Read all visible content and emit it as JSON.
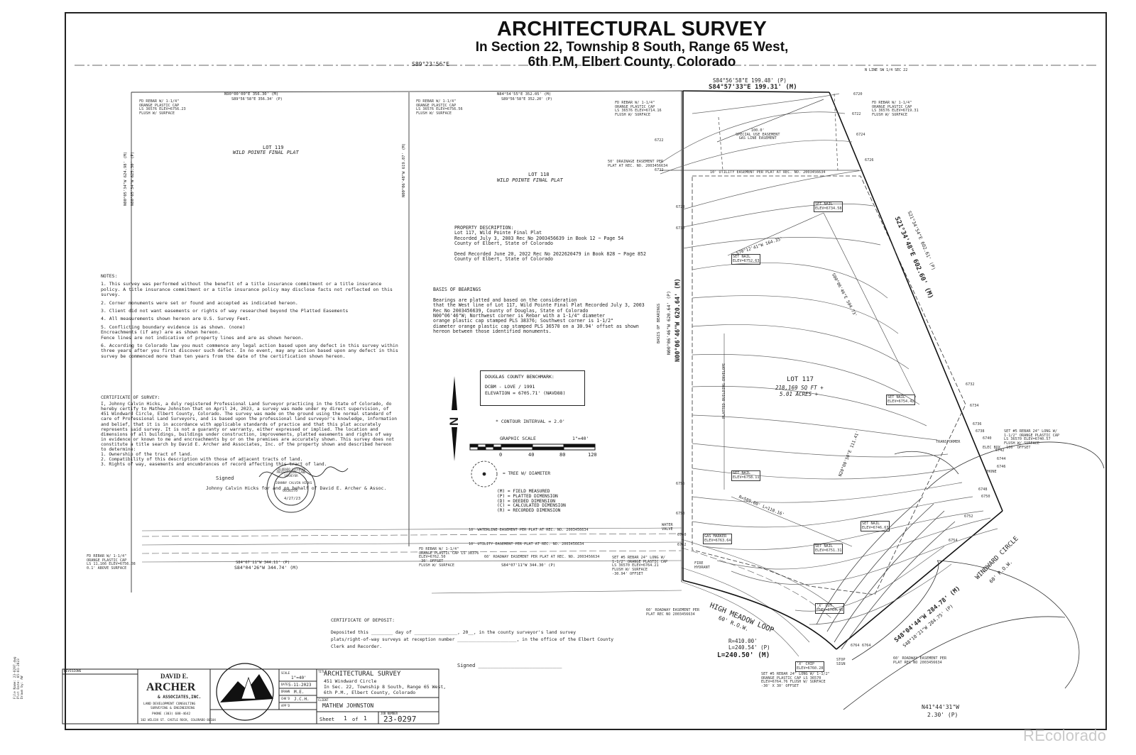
{
  "title": {
    "line1": "ARCHITECTURAL SURVEY",
    "line2": "In Section 22, Township 8 South,  Range 65 West,",
    "line3": "6th P.M, Elbert County, Colorado"
  },
  "top_bearing": "S89°23'56\"E",
  "n_line_label": "N LINE SW 1/4 SEC 22",
  "lot_north_bearings": {
    "plat": "S84°56'58\"E 199.48' (P)",
    "measured": "S84°57'33\"E 199.31' (M)"
  },
  "lot119": {
    "name": "LOT 119",
    "plat": "WILD POINTE FINAL PLAT",
    "bearing_top": "N90°00'00\"E 356.30' (M)",
    "bearing_top2": "S89°56'58\"E 356.34' (P)",
    "side_bearing": "N00°05'34\"W 624.98' (M)",
    "side_bearing2": "N00°05'34\"W 625.30' (P)",
    "bottom_bearing": "S84°07'11\"W 344.11' (P)",
    "bottom_bearing2": "S84°04'26\"W 344.74' (M)"
  },
  "lot118": {
    "name": "LOT 118",
    "plat": "WILD POINTE FINAL PLAT",
    "bearing_top": "N84°54'55\"E 352.05' (M)",
    "bearing_top2": "S89°56'58\"E 352.20' (P)",
    "side_bearing": "N00°06'48\"W 619.87' (M)",
    "bottom_bearing": "S84°07'11\"W 344.30' (P)"
  },
  "lot117": {
    "name": "LOT 117",
    "area_sqft": "218,169 SQ FT +",
    "area_acres": "5.01 ACRES +",
    "west_bearing": "N00°06'46\"W 620.64' (M)",
    "west_bearing2": "N00°06'46\"W 620.64' (P)",
    "east_bearing": "S21°34'48\"E 602.60' (M)",
    "east_bearing2": "S21°34'54\"E 602.61' (P)",
    "se_bearing": "S48°04'44\"W 284.78' (M)",
    "se_bearing2": "S48°10'21\"W 284.75' (P)",
    "curve_r": "R=410.00'",
    "curve_l_p": "L=240.54' (P)",
    "curve_l_m": "L=240.50' (M)",
    "tie_bearing": "N41°44'31\"W",
    "tie_dist": "2.30' (P)",
    "inner_bearing1": "S70°12'41\"W 164.35'",
    "inner_curve": "R=589.00' L=110.16'",
    "inner_bearing2": "N20°00'50\"E 111.41'",
    "inner_bearing3": "S00°06'46\"E 504.73'"
  },
  "easements": {
    "special_use": "100.0'\nSPECIAL USE EASEMENT\nGAS LINE EASEMENT",
    "drainage": "50' DRAINAGE EASEMENT PER\nPLAT AT REC. NO. 2003456634",
    "utility_top": "10' UTILITY EASEMENT PER PLAT AT REC. NO. 2003456634",
    "waterline": "10' WATERLINE EASEMENT PER PLAT AT REC. NO. 2003456634",
    "utility_bottom": "10' UTILITY EASEMENT PER PLAT AT REC. NO. 2003456634",
    "roadway": "60' ROADWAY EASEMENT PER PLAT AT REC. NO. 2003456634",
    "roadway2": "60' ROADWAY EASEMENT PER\nPLAT REC NO 2003456634",
    "roadway3": "60' ROADWAY EASEMENT PER\nPLAT REC NO 2003456634",
    "platted_envelope": "PLATTED BUILDING ENVELOPE"
  },
  "monuments": {
    "nw": "FD REBAR W/ 1-1/4\"\nORANGE PLASTIC CAP\nLS 36576 ELEV=6756.23\nFLUSH W/ SURFACE",
    "n_mid": "FD REBAR W/ 1-1/4\"\nORANGE PLASTIC CAP\nLS 36576 ELEV=6756.56\nFLUSH W/ SURFACE",
    "n_lot": "FD REBAR W/ 1-1/4\"\nORANGE PLASTIC CAP\nLS 36576 ELEV=6714.16\nFLUSH W/ SURFACE",
    "ne": "FD REBAR W/ 1-1/4\"\nORANGE PLASTIC CAP\nLS 36576 ELEV=6719.31\nFLUSH W/ SURFACE",
    "sw": "FD REBAR W/ 1-1/4\"\nORANGE PLASTIC CAP\nLS 11,166 ELEV=6756.08\n0.1' ABOVE SURFACE",
    "s_mid": "FD REBAR W/ 1-1/4\"\nORANGE PLASTIC CAP LS 38376\nELEV=6762.50\n-30' OFFSET\nFLUSH W/ SURFACE",
    "s_lot": "SET #5 REBAR 24\" LONG W/\n1-1/2\" ORANGE PLASTIC CAP\nLS 36570 ELEV=6764.21\nFLUSH W/ SURFACE\n-30.94' OFFSET",
    "e": "SET #5 REBAR 24\" LONG W/\n1-1/2\" ORANGE PLASTIC CAP\nLS 36570 ELEV=6740.57\nFLUSH W/ SURFACE\n-100' OFFSET",
    "se": "SET #5 REBAR 24\" LONG W/ 1-1/2\"\nORANGE PLASTIC CAP LS 36570\nELEV=6764.76 FLUSH W/ SURFACE\n-30' X 30' OFFSET"
  },
  "set_nails": [
    "SET NAIL\nELEV=6734.58",
    "SET NAIL\nELEV=6752.63",
    "SET NAIL\nELEV=6754.42",
    "SET NAIL\nELEV=6758.11",
    "SET NAIL\nELEV=6746.63",
    "SET NAIL\nELEV=6751.31"
  ],
  "gas_marker": "GAS MARKER\nELEV=6763.64",
  "cut_chip": "'X' CUT\nELEV=6764.43",
  "cut_chip2": "'X' CHIP\nELEV=6760.28",
  "water_valve": "WATER\nVALVE",
  "fire_hydrant": "FIRE\nHYDRANT",
  "transformer": "TRANSFORMER",
  "elec_box": "ELEC BOX",
  "phone": "PHONE",
  "stop_sign": "STOP\nSIGN",
  "contours": [
    "6720",
    "6722",
    "6724",
    "6726",
    "6722",
    "6722",
    "6728",
    "6730",
    "6732",
    "6734",
    "6736",
    "6738",
    "6740",
    "6742",
    "6744",
    "6746",
    "6748",
    "6750",
    "6752",
    "6754",
    "6756",
    "6758",
    "6760",
    "6762",
    "6764",
    "6764"
  ],
  "roads": {
    "high_meadow": "HIGH MEADOW LOOP",
    "high_meadow_row": "60' R.O.W.",
    "windward": "WINDWARD CIRCLE",
    "windward_row": "60' R.O.W."
  },
  "property_description": {
    "heading": "PROPERTY DESCRIPTION:",
    "lines": [
      "Lot 117, Wild Pointe Final Plat",
      "Recorded July 3, 2003 Rec No 2003456639 in Book 12 ~ Page 54",
      "County of Elbert, State of Colorado",
      "",
      "Deed Recorded June 20, 2022 Rec No 2022620479 in Book 828 ~ Page 852",
      "County of Elbert, State of Colorado"
    ]
  },
  "basis_of_bearings": {
    "heading": "BASIS OF BEARINGS",
    "lines": [
      "Bearings are platted and based on the consideration",
      "that the West line of Lot 117, Wild Pointe Final Plat Recorded July 3, 2003",
      "Rec No 2003456639, County of Douglas, State of Colorado",
      "N00°06'46\"W; Northwest corner is Rebar with a 1-1/4\" diameter",
      "orange plastic cap stamped PLS 38376; Southwest corner is 1-1/2\"",
      "diameter orange plastic cap stamped PLS 36570 on a 30.94' offset as shown",
      "hereon between those identified monuments."
    ]
  },
  "basis_side_label": "BASIS OF BEARINGS",
  "notes": {
    "heading": "NOTES:",
    "items": [
      "1. This survey was performed without the benefit of a title insurance commitment or a title insurance policy. A title insurance commitment or a title insurance policy may disclose facts not reflected on this survey.",
      "2. Corner monuments were set or found and accepted as indicated hereon.",
      "3. Client did not want easements or rights of way researched beyond the Platted Easements",
      "4. All measurements shown hereon are U.S. Survey Feet.",
      "5. Conflicting boundary evidence is as shown. (none)\nEncroachments (if any) are as shown hereon.\nFence lines are not indicative of property lines and are as shown hereon.",
      "6. According to Colorado law you must commence any legal action based upon any defect in this survey within three years after you first discover such defect. In no event, may any action based upon any defect in this survey be commenced more than ten years from the date of the certification shown hereon."
    ]
  },
  "certificate_survey": {
    "heading": "CERTIFICATE OF SURVEY:",
    "body": "I, Johnny Calvin Hicks, a duly registered Professional Land Surveyor practicing in the State of Colorado, do hereby certify to Mathew Johnston that on April 24, 2023, a survey was made under my direct supervision, of 451 Windward Circle, Elbert County, Colorado. The survey was made on the ground using the normal standard of care of Professional Land Surveyors, and is based upon the professional land surveyor's knowledge, information and belief, that it is in accordance with applicable standards of practice and that this plat accurately represents said survey. It is not a guaranty or warranty, either expressed or implied. The location and dimensions of all buildings, buildings under construction, improvements, platted easements and rights of way in evidence or known to me and encroachments by or on the premises are accurately shown. This survey does not constitute a title search by David E. Archer and Associates, Inc. of the property shown and described hereon to determine:",
    "list": [
      "1. Ownership of the tract of land.",
      "2. Compatibility of this description with those of adjacent tracts of land.",
      "3. Rights of way, easements and encumbrances of record affecting this tract of land."
    ],
    "signed": "Signed",
    "signer": "Johnny Calvin Hicks for and on behalf of David E. Archer & Assoc."
  },
  "seal": {
    "ring": "COLORADO LICENSED PROFESSIONAL LAND SURVEYOR",
    "name": "JOHNNY CALVIN HICKS",
    "number": "0036570",
    "date": "4/27/23"
  },
  "benchmark": {
    "heading": "DOUGLAS COUNTY BENCHMARK:",
    "line1": "DCBM - LOVE / 1991",
    "line2": "ELEVATION = 6705.71' (NAVD88)"
  },
  "contour_interval": "* CONTOUR INTERVAL = 2.0'",
  "graphic_scale": {
    "label": "GRAPHIC SCALE",
    "ratio": "1\"=40'",
    "ticks": [
      "0",
      "40",
      "80",
      "120"
    ]
  },
  "north_arrow": "N",
  "tree_label": "= TREE W/ DIAMETER",
  "legend": [
    "(M) = FIELD MEASURED",
    "(P) = PLATTED DIMENSION",
    "(D) = DEEDED DIMENSION",
    "(C) = CALCULATED DIMENSION",
    "(R) = RECORDED DIMENSION"
  ],
  "certificate_deposit": {
    "heading": "CERTIFICATE OF DEPOSIT:",
    "line1": "Deposited this ________ day of ________________, 20__, in the county surveyor's land survey",
    "line2": "plats/right-of-way surveys at reception number ______________________, in the office of the Elbert County",
    "line3": "Clerk and Recorder.",
    "signed": "Signed ____________________________"
  },
  "side_text": "File Name: 23-0297.dwg\nPlot Date: 05-01-2023\nDrawn by: AW",
  "title_block": {
    "revisions": "REVISIONS",
    "company_line1": "DAVID E.",
    "company_line2": "ARCHER",
    "company_line3": "& ASSOCIATES,INC.",
    "company_line4": "LAND DEVELOPMENT CONSULTING",
    "company_line5": "SURVEYING & ENGINEERING",
    "company_phone": "PHONE (303) 688-4642",
    "company_address": "102 WILCOX ST. CASTLE ROCK, COLORADO 80104",
    "scale_label": "SCALE",
    "scale_value": "1\"=40'",
    "date_label": "DATE",
    "date_value": "5-11-2023",
    "drawn_label": "DRAWN",
    "drawn_value": "M.E.",
    "checked_label": "CHK'D",
    "checked_value": "J.C.H.",
    "app_label": "APP'D",
    "title_label": "TITLE",
    "title_value": "ARCHITECTURAL SURVEY",
    "title_line2": "451 Windward Circle",
    "title_line3": "In Sec. 22, Township 8 South, Range 65 West,",
    "title_line4": "6th P.M., Elbert County, Colorado",
    "client_label": "CLIENT",
    "client_value": "MATHEW JOHNSTON",
    "sheet_label": "Sheet",
    "sheet_num": "1",
    "sheet_of": "of",
    "sheet_total": "1",
    "job_label": "JOB NUMBER",
    "job_value": "23-0297"
  },
  "watermark": "REcolorado"
}
